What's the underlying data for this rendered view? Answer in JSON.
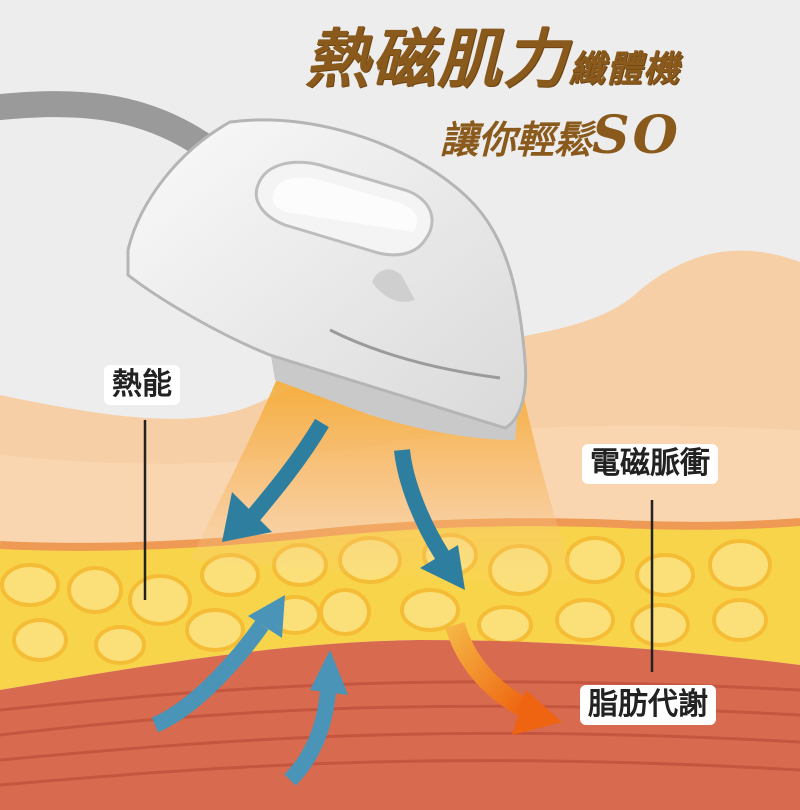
{
  "title": {
    "main": "熱磁肌力",
    "main_suffix": "纖體機",
    "sub": "讓你輕鬆",
    "sub_suffix": "SO"
  },
  "labels": {
    "heat": "熱能",
    "electromagnetic_pulse": "電磁脈衝",
    "fat_metabolism": "脂肪代謝"
  },
  "colors": {
    "title": "#8a5a1d",
    "skin": "#f7cfa6",
    "fat_layer": "#f8d44a",
    "fat_cell": "#fbe07a",
    "muscle": "#d86a50",
    "arrow_blue": "#2e7ea0",
    "arrow_orange": "#f07a1a",
    "device_body": "#f2f2f2"
  },
  "icons": [
    "device-handpiece-icon",
    "blue-arrow-icon",
    "orange-arrow-icon"
  ]
}
